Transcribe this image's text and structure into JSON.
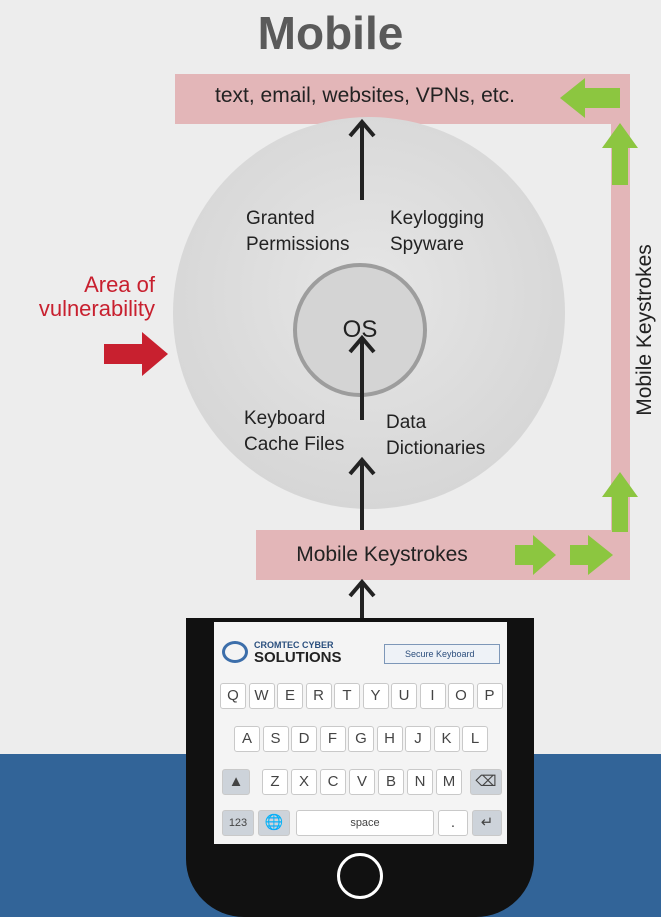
{
  "title": "Mobile",
  "top_box": "text, email, websites, VPNs, etc.",
  "side_label": "Mobile Keystrokes",
  "bottom_box": "Mobile Keystrokes",
  "vulnerability_label_line1": "Area of",
  "vulnerability_label_line2": "vulnerability",
  "circle_labels": {
    "granted_line1": "Granted",
    "granted_line2": "Permissions",
    "keylogging_line1": "Keylogging",
    "keylogging_line2": "Spyware",
    "keyboard_line1": "Keyboard",
    "keyboard_line2": "Cache Files",
    "data_line1": "Data",
    "data_line2": "Dictionaries",
    "os": "OS"
  },
  "keyboard": {
    "brand_line1": "CROMTEC CYBER",
    "brand_line2": "SOLUTIONS",
    "secure_button": "Secure Keyboard",
    "row1": [
      "Q",
      "W",
      "E",
      "R",
      "T",
      "Y",
      "U",
      "I",
      "O",
      "P"
    ],
    "row2": [
      "A",
      "S",
      "D",
      "F",
      "G",
      "H",
      "J",
      "K",
      "L"
    ],
    "row3": [
      "Z",
      "X",
      "C",
      "V",
      "B",
      "N",
      "M"
    ],
    "numbers_key": "123",
    "space_key": "space",
    "period_key": "."
  },
  "colors": {
    "pink": "#e3b6b8",
    "green_arrow": "#8cc640",
    "red_arrow": "#c8202f",
    "blue_band": "#326498"
  }
}
